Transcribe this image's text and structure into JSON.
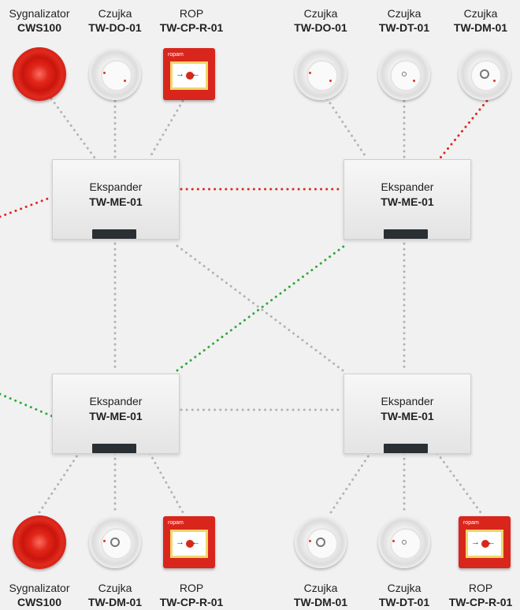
{
  "colors": {
    "wire_gray": "#b4b4b4",
    "wire_red": "#dc2d1e",
    "wire_green": "#35a83c",
    "device_red": "#d9261c",
    "background": "#f1f1f2"
  },
  "top_devices": [
    {
      "type": "Sygnalizator",
      "model": "CWS100",
      "icon": "siren-icon"
    },
    {
      "type": "Czujka",
      "model": "TW-DO-01",
      "icon": "optical-smoke-detector-icon"
    },
    {
      "type": "ROP",
      "model": "TW-CP-R-01",
      "icon": "manual-call-point-icon"
    },
    {
      "type": "Czujka",
      "model": "TW-DO-01",
      "icon": "optical-smoke-detector-icon"
    },
    {
      "type": "Czujka",
      "model": "TW-DT-01",
      "icon": "heat-detector-icon"
    },
    {
      "type": "Czujka",
      "model": "TW-DM-01",
      "icon": "multi-sensor-detector-icon"
    }
  ],
  "expanders": [
    {
      "name": "Ekspander",
      "model": "TW-ME-01"
    },
    {
      "name": "Ekspander",
      "model": "TW-ME-01"
    },
    {
      "name": "Ekspander",
      "model": "TW-ME-01"
    },
    {
      "name": "Ekspander",
      "model": "TW-ME-01"
    }
  ],
  "bottom_devices": [
    {
      "type": "Sygnalizator",
      "model": "CWS100",
      "icon": "siren-icon"
    },
    {
      "type": "Czujka",
      "model": "TW-DM-01",
      "icon": "multi-sensor-detector-icon"
    },
    {
      "type": "ROP",
      "model": "TW-CP-R-01",
      "icon": "manual-call-point-icon"
    },
    {
      "type": "Czujka",
      "model": "TW-DM-01",
      "icon": "multi-sensor-detector-icon"
    },
    {
      "type": "Czujka",
      "model": "TW-DT-01",
      "icon": "heat-detector-icon"
    },
    {
      "type": "ROP",
      "model": "TW-CP-R-01",
      "icon": "manual-call-point-icon"
    }
  ],
  "rop_logo": "ropam"
}
